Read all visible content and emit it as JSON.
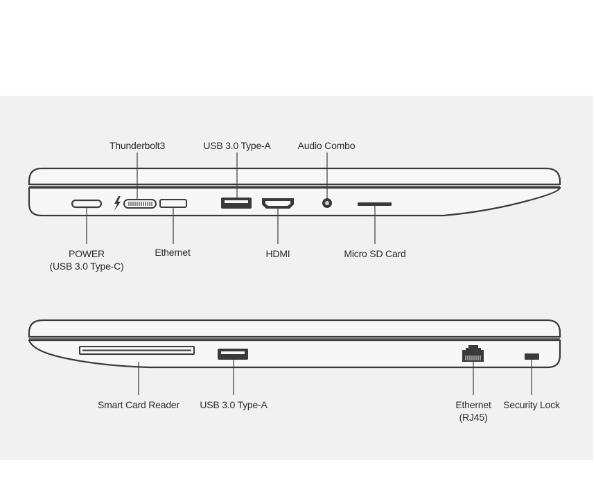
{
  "left_side": {
    "labels": {
      "thunderbolt": "Thunderbolt3",
      "usb_a": "USB 3.0 Type-A",
      "audio": "Audio Combo",
      "power_line1": "POWER",
      "power_line2": "(USB 3.0 Type-C)",
      "ethernet": "Ethernet",
      "hdmi": "HDMI",
      "microsd": "Micro SD Card"
    }
  },
  "right_side": {
    "labels": {
      "smart_card": "Smart Card Reader",
      "usb_a": "USB 3.0 Type-A",
      "ethernet_line1": "Ethernet",
      "ethernet_line2": "(RJ45)",
      "security_lock": "Security Lock"
    }
  },
  "colors": {
    "background": "#f1f1f1",
    "outline": "#3a3a3a",
    "port": "#3a3a3a"
  }
}
